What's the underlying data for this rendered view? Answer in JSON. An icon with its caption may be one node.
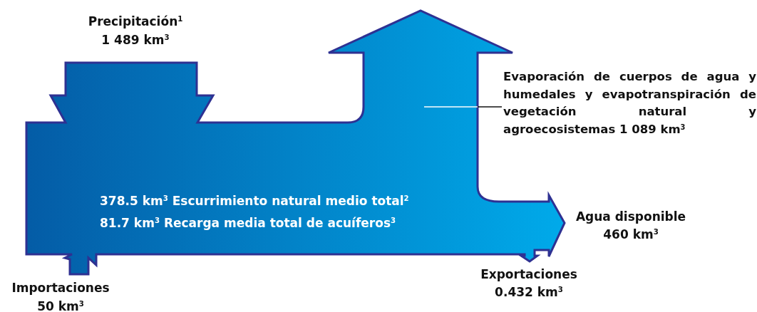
{
  "diagram": {
    "nodes": [
      {
        "text": [
          "378.5 km$^{3}$ Escurrimiento natural medio total$^{2}$",
          "81.7 km$^{3}$ Recarga media total de acuíferos$^{3}$"
        ]
      },
      {
        "text": [
          "Evaporación de cuerpos de agua y humedales y evapotranspiración de vegetación natural y agroecosistemas 1 089 km$^{3}$"
        ]
      }
    ],
    "edges": [
      {
        "from": 1,
        "to": 0,
        "arrow": "none"
      }
    ],
    "labels": [
      "Precipitación$^{1}$",
      "1 489 km$^{3}$",
      "Agua disponible",
      "460 km$^{3}$",
      "Importaciones",
      "50 km$^{3}$",
      "Exportaciones",
      "0.432 km$^{3}$"
    ]
  }
}
